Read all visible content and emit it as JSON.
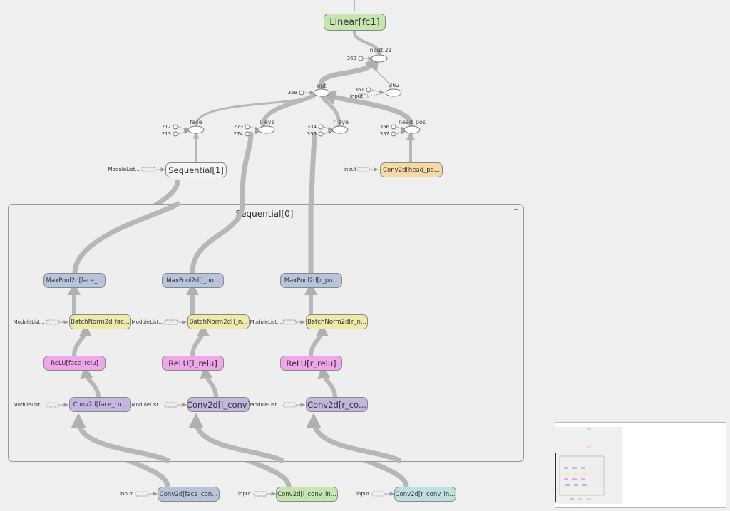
{
  "graph": {
    "top_node": {
      "label": "Linear[fc1]"
    },
    "ops": {
      "input21": {
        "label": "input.21",
        "const": "363"
      },
      "n362": {
        "label": "362",
        "const": "361",
        "input": "input"
      },
      "out": {
        "label": "out",
        "const": "359"
      },
      "face": {
        "label": "face",
        "consts": [
          "212",
          "213"
        ]
      },
      "l_eye": {
        "label": "l_eye",
        "consts": [
          "273",
          "274"
        ]
      },
      "r_eye": {
        "label": "r_eye",
        "consts": [
          "334",
          "335"
        ]
      },
      "head_pos": {
        "label": "head_pos",
        "consts": [
          "356",
          "357"
        ]
      }
    },
    "sequential1": {
      "label": "Sequential[1]",
      "input_label": "ModuleList..."
    },
    "conv_head": {
      "label": "Conv2d[head_po...",
      "input_label": "input"
    },
    "sequential0": {
      "title": "Sequential[0]",
      "columns": [
        {
          "maxpool": "MaxPool2d[face_...",
          "batchnorm": "BatchNorm2d[fac...",
          "relu": "ReLU[face_relu]",
          "conv": "Conv2d[face_co...",
          "module_list": "ModuleList..."
        },
        {
          "maxpool": "MaxPool2d[l_po...",
          "batchnorm": "BatchNorm2d[l_n...",
          "relu": "ReLU[l_relu]",
          "conv": "Conv2d[l_conv]",
          "module_list": "ModuleList..."
        },
        {
          "maxpool": "MaxPool2d[r_po...",
          "batchnorm": "BatchNorm2d[r_n...",
          "relu": "ReLU[r_relu]",
          "conv": "Conv2d[r_co...",
          "module_list": "ModuleList..."
        }
      ]
    },
    "bottom_inputs": [
      {
        "label": "Conv2d[face_con...",
        "input_label": "input"
      },
      {
        "label": "Conv2d[l_conv_in...",
        "input_label": "input"
      },
      {
        "label": "Conv2d[r_conv_in...",
        "input_label": "input"
      }
    ]
  },
  "colors": {
    "linear": "#c6e5b0",
    "sequential": "#f4f4f4",
    "conv_head": "#f5d9a8",
    "maxpool": "#b8c3dc",
    "batchnorm": "#eeeaa9",
    "relu": "#efa7ea",
    "conv": "#c5b6e1",
    "bottom_face": "#b8c3dc",
    "bottom_l": "#c6e5b0",
    "bottom_r": "#bfe0df"
  }
}
